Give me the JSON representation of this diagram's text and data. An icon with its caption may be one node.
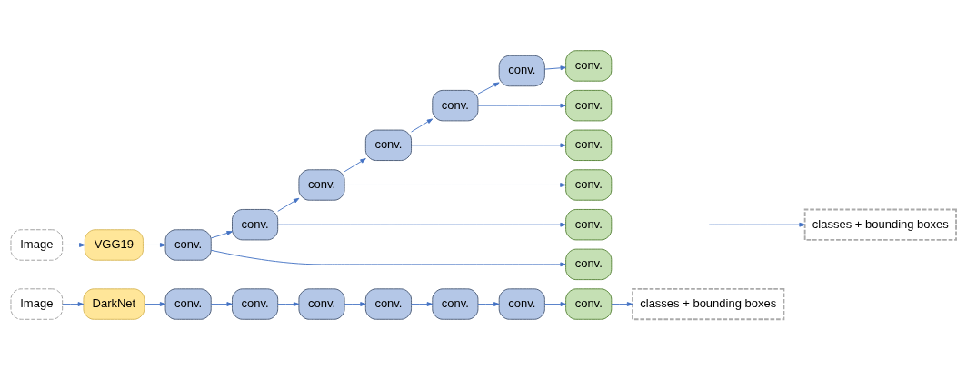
{
  "diagram": {
    "nodes": [
      {
        "text": [
          "Image"
        ]
      },
      {
        "text": [
          "DarkNet"
        ]
      },
      {
        "text": [
          "conv."
        ]
      },
      {
        "text": [
          "conv."
        ]
      },
      {
        "text": [
          "conv."
        ]
      },
      {
        "text": [
          "conv."
        ]
      },
      {
        "text": [
          "conv."
        ]
      },
      {
        "text": [
          "conv."
        ]
      },
      {
        "text": [
          "conv."
        ]
      },
      {
        "text": [
          "classes + bounding boxes"
        ]
      },
      {
        "text": [
          "Image"
        ]
      },
      {
        "text": [
          "VGG19"
        ]
      },
      {
        "text": [
          "conv."
        ]
      },
      {
        "text": [
          "conv."
        ]
      },
      {
        "text": [
          "conv."
        ]
      },
      {
        "text": [
          "conv."
        ]
      },
      {
        "text": [
          "conv."
        ]
      },
      {
        "text": [
          "conv."
        ]
      },
      {
        "text": [
          "conv."
        ]
      },
      {
        "text": [
          "conv."
        ]
      },
      {
        "text": [
          "conv."
        ]
      },
      {
        "text": [
          "conv."
        ]
      },
      {
        "text": [
          "conv."
        ]
      },
      {
        "text": [
          "conv."
        ]
      },
      {
        "text": [
          "classes + bounding boxes"
        ]
      }
    ],
    "edges": [
      {
        "from": 0,
        "to": 1,
        "arrow": "to"
      },
      {
        "from": 1,
        "to": 2,
        "arrow": "to"
      },
      {
        "from": 2,
        "to": 3,
        "arrow": "to"
      },
      {
        "from": 3,
        "to": 4,
        "arrow": "to"
      },
      {
        "from": 4,
        "to": 5,
        "arrow": "to"
      },
      {
        "from": 5,
        "to": 6,
        "arrow": "to"
      },
      {
        "from": 6,
        "to": 7,
        "arrow": "to"
      },
      {
        "from": 7,
        "to": 8,
        "arrow": "to"
      },
      {
        "from": 8,
        "to": 9,
        "arrow": "to"
      },
      {
        "from": 10,
        "to": 11,
        "arrow": "to"
      },
      {
        "from": 11,
        "to": 12,
        "arrow": "to"
      },
      {
        "from": 12,
        "to": 13,
        "arrow": "to"
      },
      {
        "from": 13,
        "to": 14,
        "arrow": "to"
      },
      {
        "from": 14,
        "to": 15,
        "arrow": "to"
      },
      {
        "from": 15,
        "to": 16,
        "arrow": "to"
      },
      {
        "from": 16,
        "to": 17,
        "arrow": "to"
      },
      {
        "from": 17,
        "to": 23,
        "arrow": "to"
      },
      {
        "from": 12,
        "to": 22,
        "arrow": "to"
      },
      {
        "from": 13,
        "to": 21,
        "arrow": "to"
      },
      {
        "from": 14,
        "to": 20,
        "arrow": "to"
      },
      {
        "from": 15,
        "to": 19,
        "arrow": "to"
      },
      {
        "from": 16,
        "to": 18,
        "arrow": "to"
      },
      {
        "from": null,
        "to": 24,
        "arrow": "to"
      }
    ]
  }
}
